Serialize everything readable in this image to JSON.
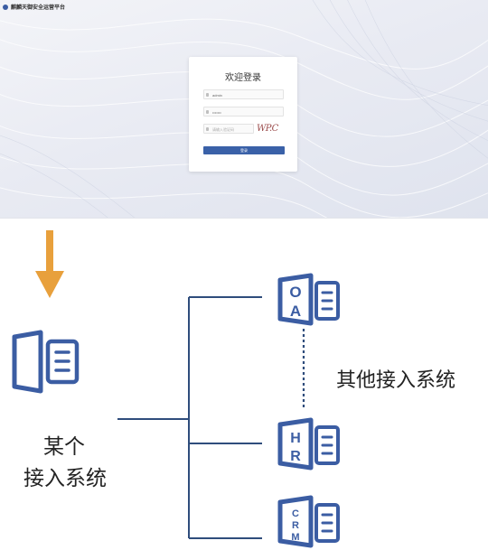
{
  "login_screenshot": {
    "brand_name": "麒麟天御安全运营平台",
    "login_title": "欢迎登录",
    "username_value": "admin",
    "password_value": "•••••••",
    "captcha_placeholder": "请输入验证码",
    "captcha_text": "WP.C",
    "login_button": "登录"
  },
  "diagram": {
    "current_system_label_line1": "某个",
    "current_system_label_line2": "接入系统",
    "other_systems_label": "其他接入系统",
    "systems": [
      {
        "letters": [
          "O",
          "A"
        ]
      },
      {
        "letters": [
          "H",
          "R"
        ]
      },
      {
        "letters": [
          "C",
          "R",
          "M"
        ]
      }
    ]
  },
  "colors": {
    "arrow": "#e8a03c",
    "line": "#2f4d7c",
    "icon": "#3b5da3"
  }
}
